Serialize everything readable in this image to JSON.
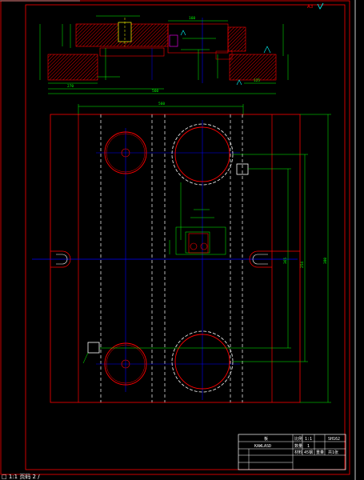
{
  "drawing": {
    "top_right_mark": "A3",
    "title_block": {
      "title_left": "板",
      "subtitle_left": "KAWLASD",
      "code": "SH162",
      "scale_label": "比例",
      "scale": "1:1",
      "qty_label": "数量",
      "qty": "1",
      "material_label": "材料",
      "material": "45钢",
      "weight_label": "重量",
      "sheet": "共1张"
    },
    "dimensions": {
      "plan_width": "560",
      "plan_height": "380",
      "plan_inner": "365",
      "plan_side": "254",
      "section_total": "560",
      "section_mid": "270",
      "section_right": "125",
      "center_offset": "160"
    },
    "colors": {
      "outline": "#ff0000",
      "centerline": "#0000ff",
      "dimension": "#00ff00",
      "hidden": "#ffffff",
      "hatch": "#ff0000"
    },
    "status_bar": "□ 1:1 页码 2 /"
  }
}
